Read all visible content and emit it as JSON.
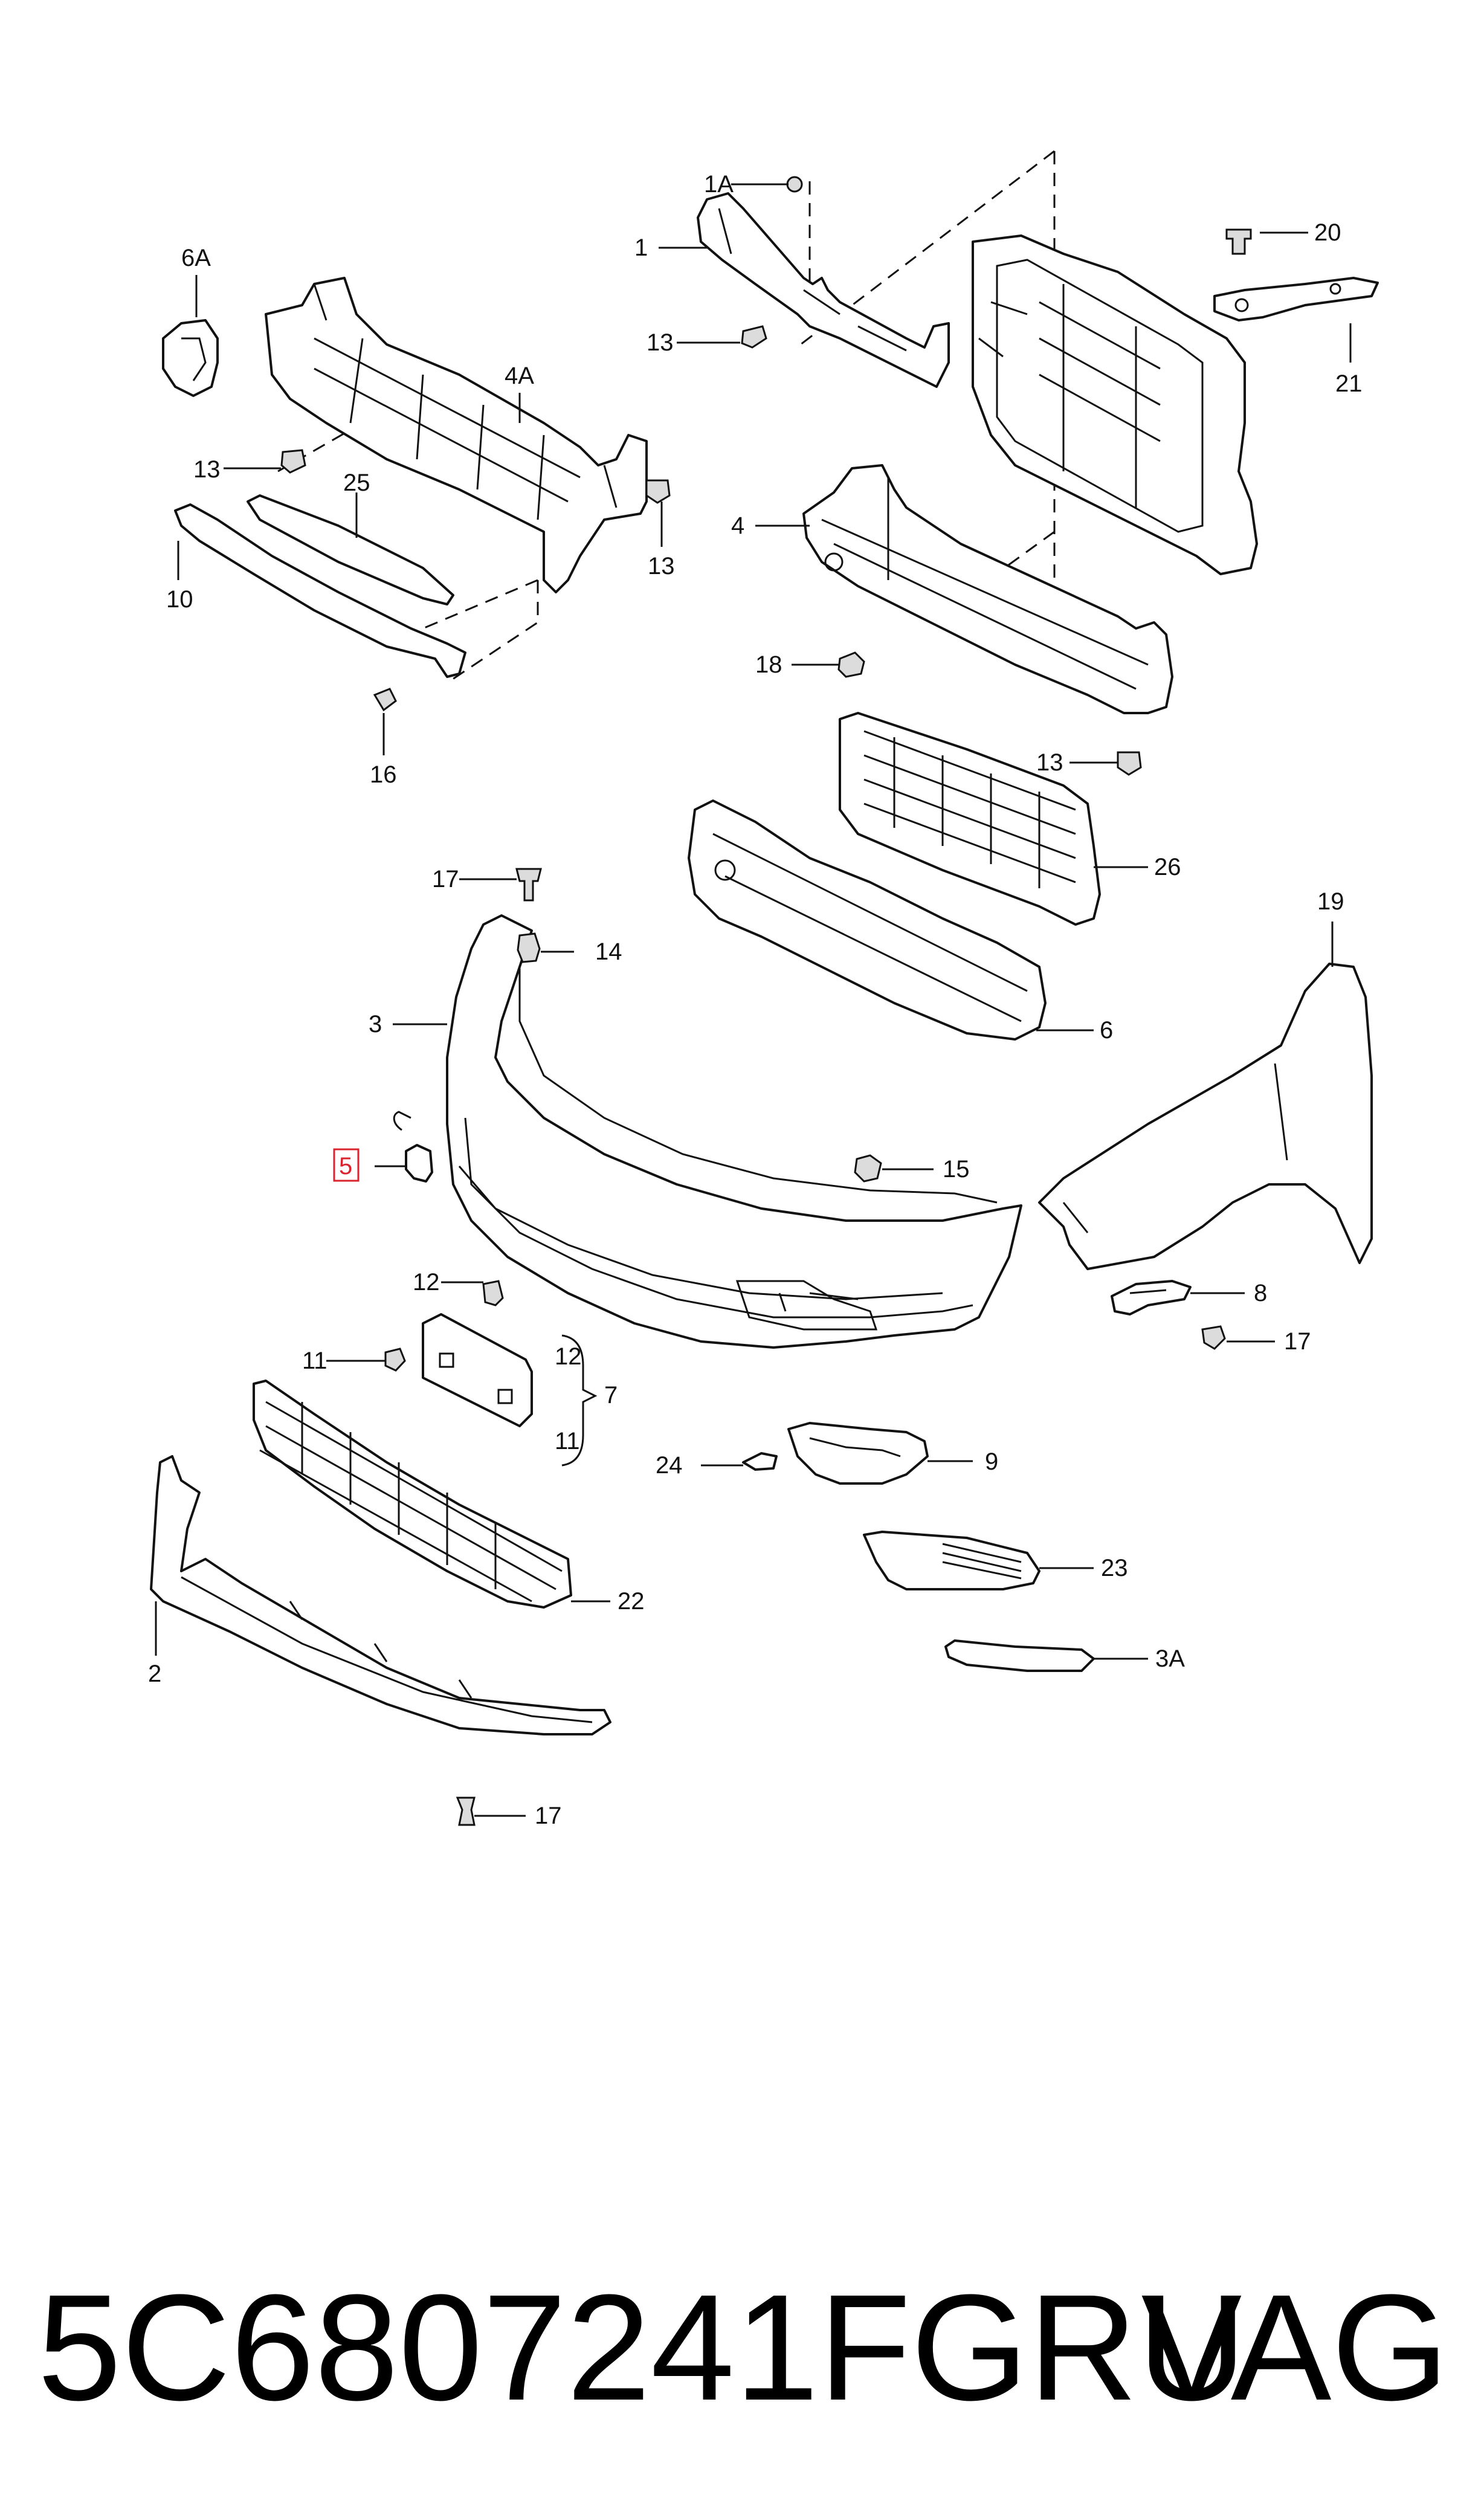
{
  "callouts": {
    "c1": "1",
    "c1A": "1A",
    "c2": "2",
    "c3": "3",
    "c3A": "3A",
    "c4": "4",
    "c4A": "4A",
    "c5": "5",
    "c6": "6",
    "c6A": "6A",
    "c7": "7",
    "c8": "8",
    "c9": "9",
    "c10": "10",
    "c11a": "11",
    "c11b": "11",
    "c12a": "12",
    "c12b": "12",
    "c13a": "13",
    "c13b": "13",
    "c13c": "13",
    "c13d": "13",
    "c14": "14",
    "c15": "15",
    "c16": "16",
    "c17a": "17",
    "c17b": "17",
    "c17c": "17",
    "c18": "18",
    "c19": "19",
    "c20": "20",
    "c21": "21",
    "c22": "22",
    "c23": "23",
    "c24": "24",
    "c25": "25",
    "c26": "26"
  },
  "highlight_color": "#d9232e",
  "footer": {
    "part_number": "5C6807241FGRU",
    "brand": "VAG"
  }
}
